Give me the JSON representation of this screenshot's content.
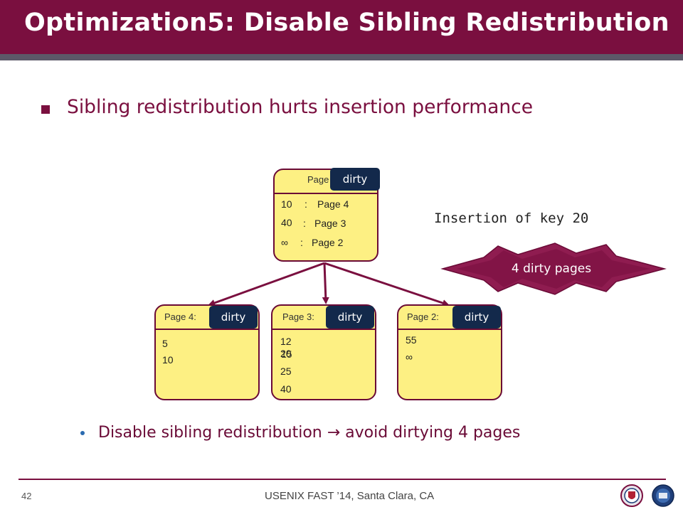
{
  "title": "Optimization5: Disable Sibling Redistribution",
  "bullet": "Sibling redistribution hurts insertion performance",
  "parent_page": {
    "title": "Page",
    "badge": "dirty",
    "entries": [
      {
        "key": "10",
        "sep": ":",
        "target": "Page 4"
      },
      {
        "key": "40",
        "sep": ":",
        "target": "Page 3"
      },
      {
        "key": "∞",
        "sep": ":",
        "target": "Page 2"
      }
    ]
  },
  "child_pages": [
    {
      "title": "Page 4:",
      "badge": "dirty",
      "keys": [
        "5",
        "10"
      ]
    },
    {
      "title": "Page 3:",
      "badge": "dirty",
      "keys": [
        "12",
        "20",
        "15",
        "25",
        "40"
      ]
    },
    {
      "title": "Page 2:",
      "badge": "dirty",
      "keys": [
        "55",
        "∞"
      ]
    }
  ],
  "insertion_label": "Insertion of key 20",
  "callout": "4 dirty pages",
  "sub_bullet": "Disable sibling redistribution → avoid dirtying 4 pages",
  "footer": {
    "page_number": "42",
    "text": "USENIX FAST ’14, Santa Clara, CA"
  },
  "colors": {
    "title_bar": "#7a0f3f",
    "page_fill": "#fdf083",
    "badge": "#13294b",
    "arrow": "#7a0f3f",
    "callout": "#7a0f3f"
  },
  "icons": [
    "seal-logo-left",
    "seal-logo-right"
  ]
}
